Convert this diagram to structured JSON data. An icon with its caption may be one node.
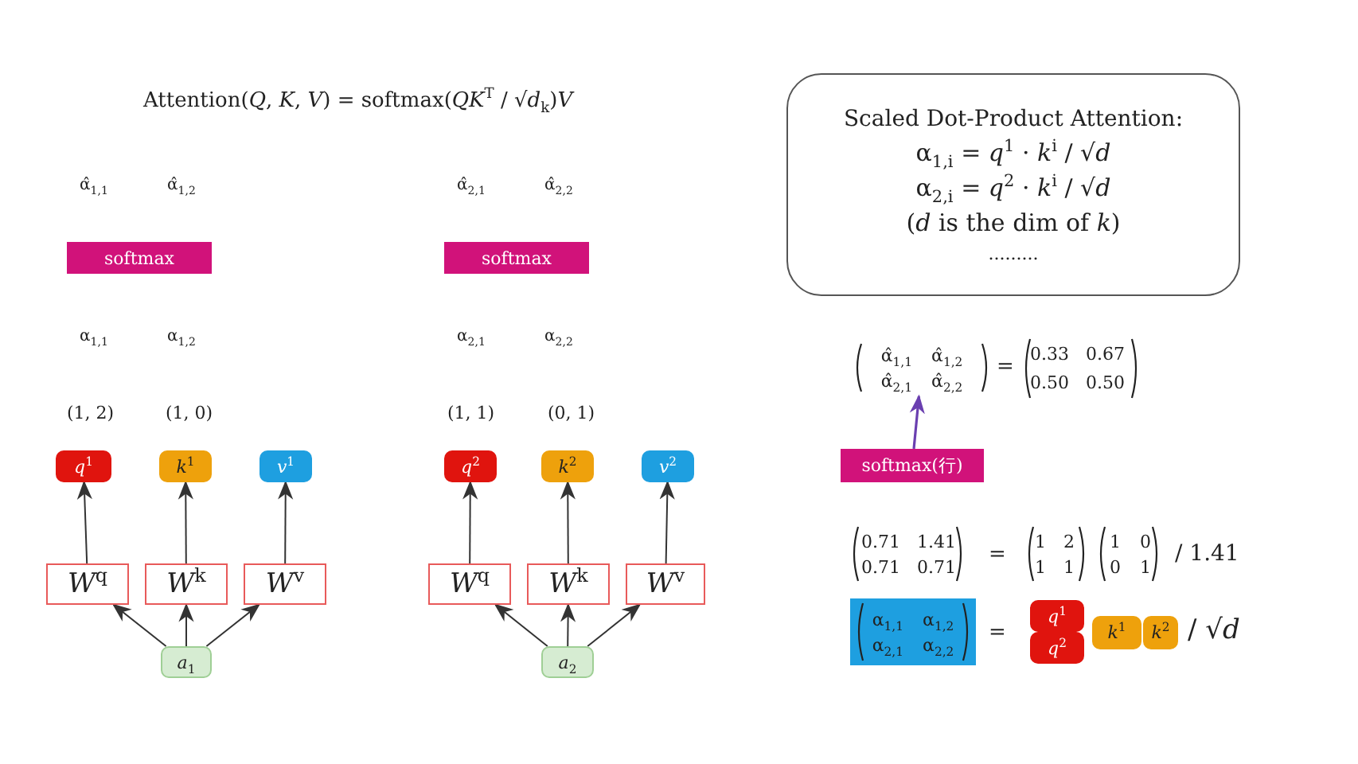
{
  "diagram": {
    "nodes": [
      {
        "text": [
          "Scaled Dot-Product Attention:",
          "α$_{1,i}$ = *q*$^{1}$ · *k*$^{i}$ / √*d*",
          "α$_{2,i}$ = *q*$^{2}$ · *k*$^{i}$ / √*d*",
          "(*d* is the dim of *k*)",
          "........."
        ]
      },
      {
        "text": [
          "softmax"
        ]
      },
      {
        "text": [
          "softmax"
        ]
      },
      {
        "text": [
          "α̂$_{1,1}$",
          "α̂$_{1,2}$",
          "α̂$_{2,1}$",
          "α̂$_{2,2}$"
        ]
      },
      {
        "text": [
          "softmax(行)"
        ]
      },
      {
        "text": [
          "*q*$^{1}$"
        ]
      },
      {
        "text": [
          "*k*$^{1}$"
        ]
      },
      {
        "text": [
          "*v*$^{1}$"
        ]
      },
      {
        "text": [
          "*q*$^{2}$"
        ]
      },
      {
        "text": [
          "*k*$^{2}$"
        ]
      },
      {
        "text": [
          "*v*$^{2}$"
        ]
      },
      {
        "text": [
          "*W*$^{q}$"
        ]
      },
      {
        "text": [
          "*W*$^{k}$"
        ]
      },
      {
        "text": [
          "*W*$^{v}$"
        ]
      },
      {
        "text": [
          "*W*$^{q}$"
        ]
      },
      {
        "text": [
          "*W*$^{k}$"
        ]
      },
      {
        "text": [
          "*W*$^{v}$"
        ]
      },
      {
        "text": [
          "*a*$_{1}$"
        ]
      },
      {
        "text": [
          "*a*$_{2}$"
        ]
      },
      {
        "text": [
          "α$_{1,1}$",
          "α$_{1,2}$",
          "α$_{2,1}$",
          "α$_{2,2}$"
        ]
      },
      {
        "text": [
          "*q*$^{1}$"
        ]
      },
      {
        "text": [
          "*q*$^{2}$"
        ]
      },
      {
        "text": [
          "*k*$^{1}$"
        ]
      },
      {
        "text": [
          "*k*$^{2}$"
        ]
      }
    ],
    "edges": [
      {
        "from": 17,
        "to": 11,
        "arrow": "to"
      },
      {
        "from": 17,
        "to": 12,
        "arrow": "to"
      },
      {
        "from": 17,
        "to": 13,
        "arrow": "to"
      },
      {
        "from": 18,
        "to": 14,
        "arrow": "to"
      },
      {
        "from": 18,
        "to": 15,
        "arrow": "to"
      },
      {
        "from": 18,
        "to": 16,
        "arrow": "to"
      },
      {
        "from": 11,
        "to": 5,
        "arrow": "to"
      },
      {
        "from": 12,
        "to": 6,
        "arrow": "to"
      },
      {
        "from": 13,
        "to": 7,
        "arrow": "to"
      },
      {
        "from": 14,
        "to": 8,
        "arrow": "to"
      },
      {
        "from": 15,
        "to": 9,
        "arrow": "to"
      },
      {
        "from": 16,
        "to": 10,
        "arrow": "to"
      },
      {
        "from": 4,
        "to": 3,
        "arrow": "to",
        "color": "#6a3fb0"
      }
    ],
    "labels": [
      "Attention(*Q*, *K*, *V*) = softmax(*QK*$^{T}$ / √*d*$_{k}$)*V*",
      "α̂$_{1,1}$",
      "α̂$_{1,2}$",
      "α̂$_{2,1}$",
      "α̂$_{2,2}$",
      "α$_{1,1}$",
      "α$_{1,2}$",
      "α$_{2,1}$",
      "α$_{2,2}$",
      "(1, 2)",
      "(1, 0)",
      "(1, 1)",
      "(0, 1)",
      "=",
      "0.33",
      "0.67",
      "0.50",
      "0.50",
      "0.71",
      "1.41",
      "0.71",
      "0.71",
      "=",
      "1",
      "2",
      "1",
      "1",
      "1",
      "0",
      "0",
      "1",
      "/ 1.41",
      "=",
      "/ √*d*"
    ]
  }
}
